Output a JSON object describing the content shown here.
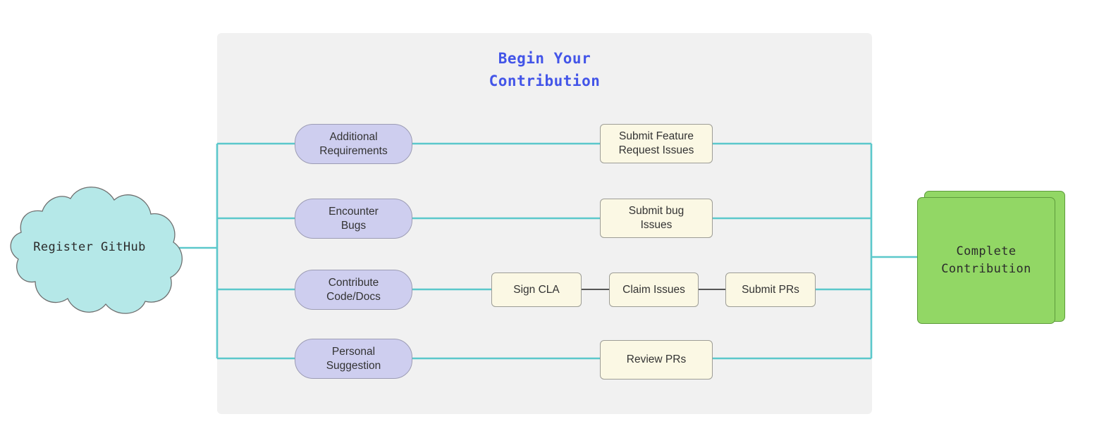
{
  "diagram": {
    "title": "Begin Your\nContribution",
    "title_color": "#4355e8",
    "panel_color": "#f1f1f1",
    "edge_color_teal": "#5bc8cb",
    "edge_color_dark": "#555555"
  },
  "start_node": {
    "shape": "cloud",
    "label": "Register GitHub",
    "fill": "#b5e8e8",
    "stroke": "#6f6f6f"
  },
  "end_node": {
    "shape": "stacked-rectangle",
    "label": "Complete\nContribution",
    "fill": "#92d765",
    "stroke": "#5e9b3c"
  },
  "branches": [
    {
      "trigger": "Additional\nRequirements",
      "action": "Submit Feature\nRequest Issues",
      "steps": []
    },
    {
      "trigger": "Encounter\nBugs",
      "action": "Submit bug\nIssues",
      "steps": []
    },
    {
      "trigger": "Contribute\nCode/Docs",
      "action": null,
      "steps": [
        "Sign CLA",
        "Claim Issues",
        "Submit PRs"
      ]
    },
    {
      "trigger": "Personal\nSuggestion",
      "action": "Review PRs",
      "steps": []
    }
  ],
  "colors": {
    "purple_fill": "#ceceef",
    "purple_stroke": "#9c9cb4",
    "cream_fill": "#fbf8e4",
    "cream_stroke": "#9d9d96",
    "text": "#333333"
  }
}
